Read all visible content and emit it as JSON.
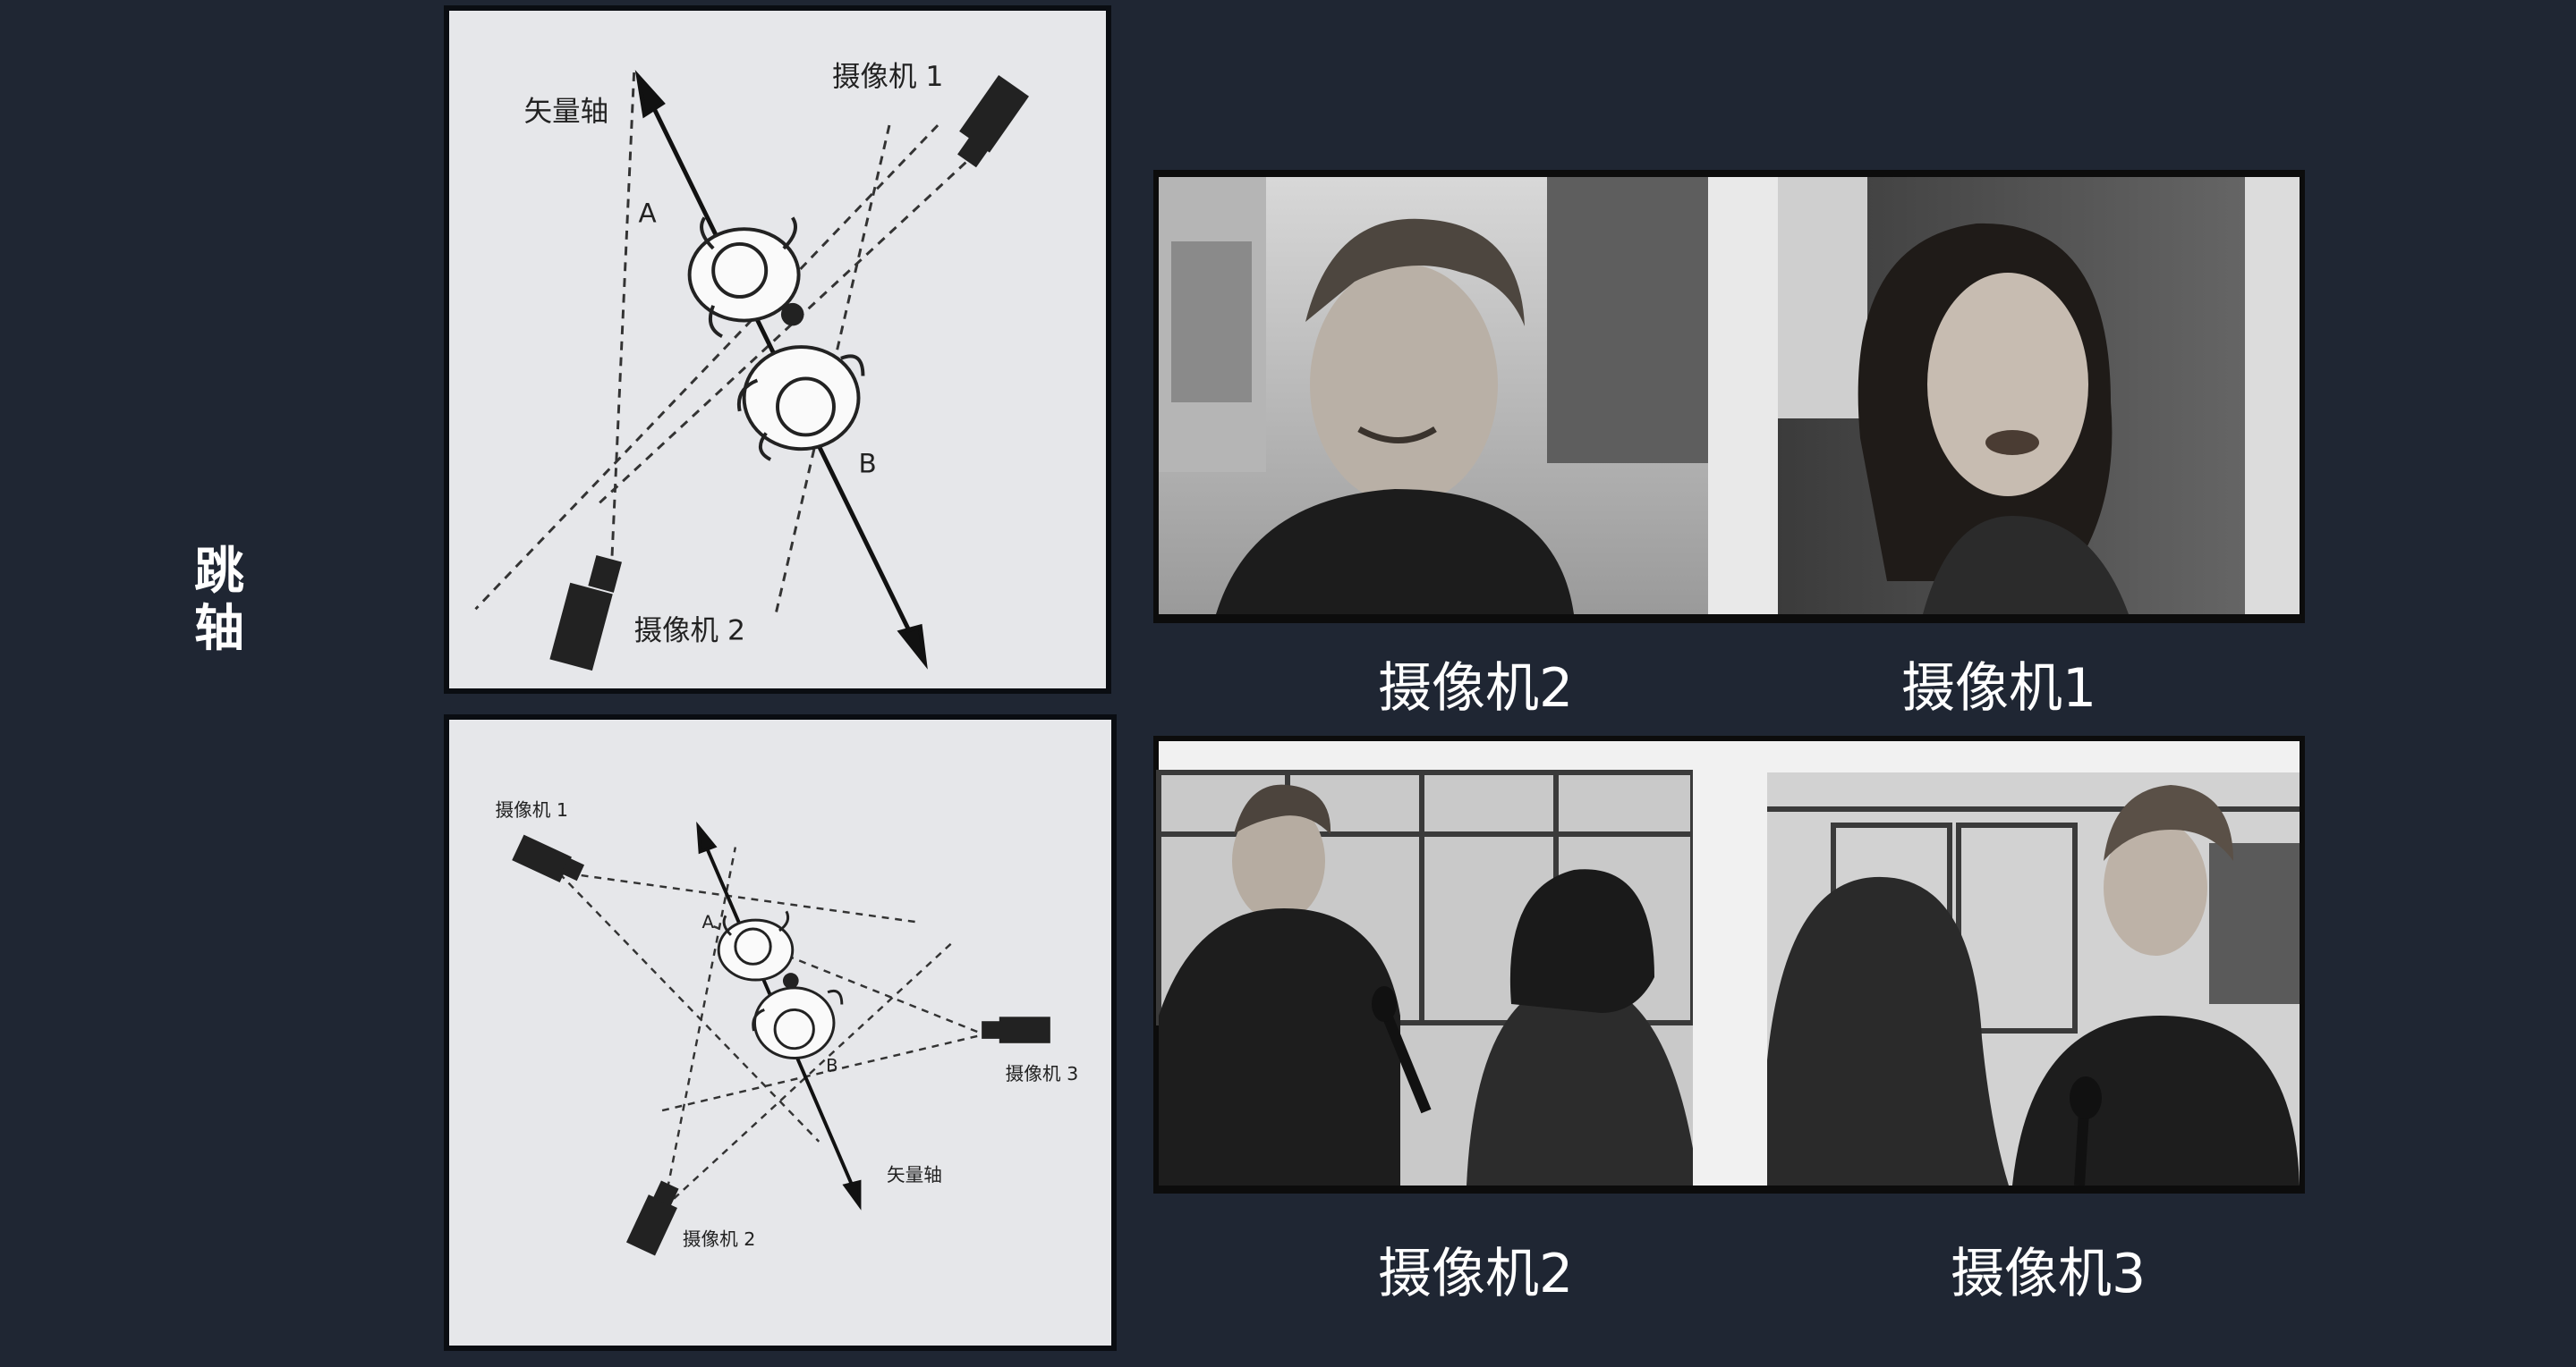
{
  "slide": {
    "side_title": "跳轴",
    "colors": {
      "background": "#1f2633",
      "caption_text": "#ffffff",
      "diagram_paper": "#e6e7ea"
    }
  },
  "diagram_top": {
    "vector_axis_label": "矢量轴",
    "camera1_label": "摄像机 1",
    "camera2_label": "摄像机 2",
    "person_a_label": "A",
    "person_b_label": "B"
  },
  "diagram_bottom": {
    "vector_axis_label": "矢量轴",
    "camera1_label": "摄像机 1",
    "camera2_label": "摄像机 2",
    "camera3_label": "摄像机 3",
    "person_a_label": "A",
    "person_b_label": "B"
  },
  "photos_top": {
    "left_caption": "摄像机2",
    "right_caption": "摄像机1"
  },
  "photos_bottom": {
    "left_caption": "摄像机2",
    "right_caption": "摄像机3"
  }
}
